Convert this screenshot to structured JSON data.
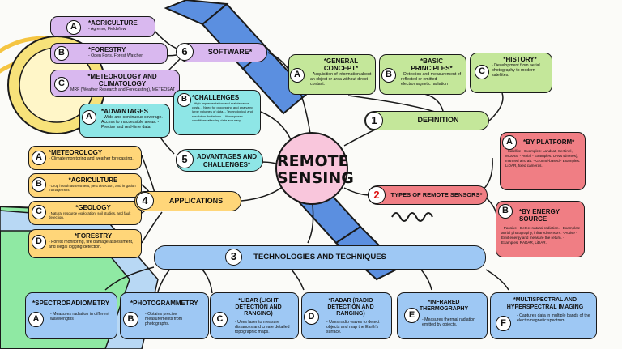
{
  "center": {
    "line1": "REMOTE",
    "line2": "SENSING"
  },
  "software": {
    "number": "6",
    "label": "SOFTWARE*"
  },
  "sw_items": [
    {
      "letter": "A",
      "title": "*AGRICULTURE",
      "text": "- Agremo, FieldView"
    },
    {
      "letter": "B",
      "title": "*FORESTRY",
      "text": "- Open Foris, Forest Watcher"
    },
    {
      "letter": "C",
      "title": "*METEOROLOGY AND CLIMATOLOGY",
      "text": "MRF (Weather Research and Forecasting), METEOSAT"
    }
  ],
  "challenges": {
    "letter": "B",
    "title": "*CHALLENGES",
    "text": "- High implementation and maintenance costs. - Need for processing and analyzing large volumes of data. - Technological and resolution limitations. - Atmospheric conditions affecting data accuracy."
  },
  "advantages": {
    "letter": "A",
    "title": "*ADVANTAGES",
    "text": "- Wide and continuous coverage. - Access to inaccessible areas. - Precise and real-time data."
  },
  "adv_chal": {
    "number": "5",
    "label": "ADVANTAGES AND CHALLENGES*"
  },
  "applications": {
    "number": "4",
    "label": "APPLICATIONS"
  },
  "app_items": [
    {
      "letter": "A",
      "title": "*METEOROLOGY",
      "text": "- Climate monitoring and weather forecasting."
    },
    {
      "letter": "B",
      "title": "*AGRICULTURE",
      "text": "- Crop health assessment, pest detection, and irrigation management"
    },
    {
      "letter": "C",
      "title": "*GEOLOGY",
      "text": "- Natural resource exploration, soil studies, and fault detection."
    },
    {
      "letter": "D",
      "title": "*FORESTRY",
      "text": "- Forest monitoring, fire damage assessment, and illegal logging detection."
    }
  ],
  "definition": {
    "number": "1",
    "label": "DEFINITION"
  },
  "def_items": [
    {
      "letter": "A",
      "title": "*GENERAL CONCEPT*",
      "text": "- Acquisition of information about an object or area without direct contact."
    },
    {
      "letter": "B",
      "title": "*BASIC PRINCIPLES*",
      "text": "- Detection and measurement of reflected or emitted electromagnetic radiation"
    },
    {
      "letter": "C",
      "title": "*HISTORY*",
      "text": "- Development from aerial photography to modern satellites."
    }
  ],
  "types": {
    "number": "2",
    "label": "TYPES OF REMOTE SENSORS*"
  },
  "platform": {
    "letter": "A",
    "title": "*BY PLATFORM*",
    "text": "- Satellite - Examples: Landsat, Sentinel, MODIS. - Aerial - Examples: UAVs (drones), manned aircraft. - Ground-based - Examples: LiDAR, fixed cameras."
  },
  "energy": {
    "letter": "B",
    "title": "*BY ENERGY SOURCE",
    "text": "- Passive - Detect natural radiation. - Examples: aerial photography, infrared sensors. - Active - Emit energy and measure the return. - Examples: RADAR, LiDAR."
  },
  "techniques": {
    "number": "3",
    "label": "TECHNOLOGIES AND TECHNIQUES"
  },
  "tech_items": [
    {
      "letter": "A",
      "title": "*SPECTRORADIOMETRY",
      "text": "- Measures radiation in different wavelengths"
    },
    {
      "letter": "B",
      "title": "*PHOTOGRAMMETRY",
      "text": "- Obtains precise measurements from photographs."
    },
    {
      "letter": "C",
      "title": "*LIDAR (LIGHT DETECTION AND RANGING)",
      "text": "- Uses laser to measure distances and create detailed topographic maps."
    },
    {
      "letter": "D",
      "title": "*RADAR (RADIO DETECTION AND RANGING)",
      "text": "- Uses radio waves to detect objects and map the Earth's surface."
    },
    {
      "letter": "E",
      "title": "*INFRARED THERMOGRAPHY",
      "text": "- Measures thermal radiation emitted by objects."
    },
    {
      "letter": "F",
      "title": "*MULTISPECTRAL AND HYPERSPECTRAL IMAGING",
      "text": "- Captures data in multiple bands of the electromagnetic spectrum."
    }
  ],
  "colors": {
    "purple": "#d9b8ef",
    "teal": "#8ee6e6",
    "yellow": "#ffd679",
    "green": "#c4e79a",
    "red": "#f07e84",
    "blue": "#9ec8f4",
    "magenta": "#cc3ad0"
  }
}
